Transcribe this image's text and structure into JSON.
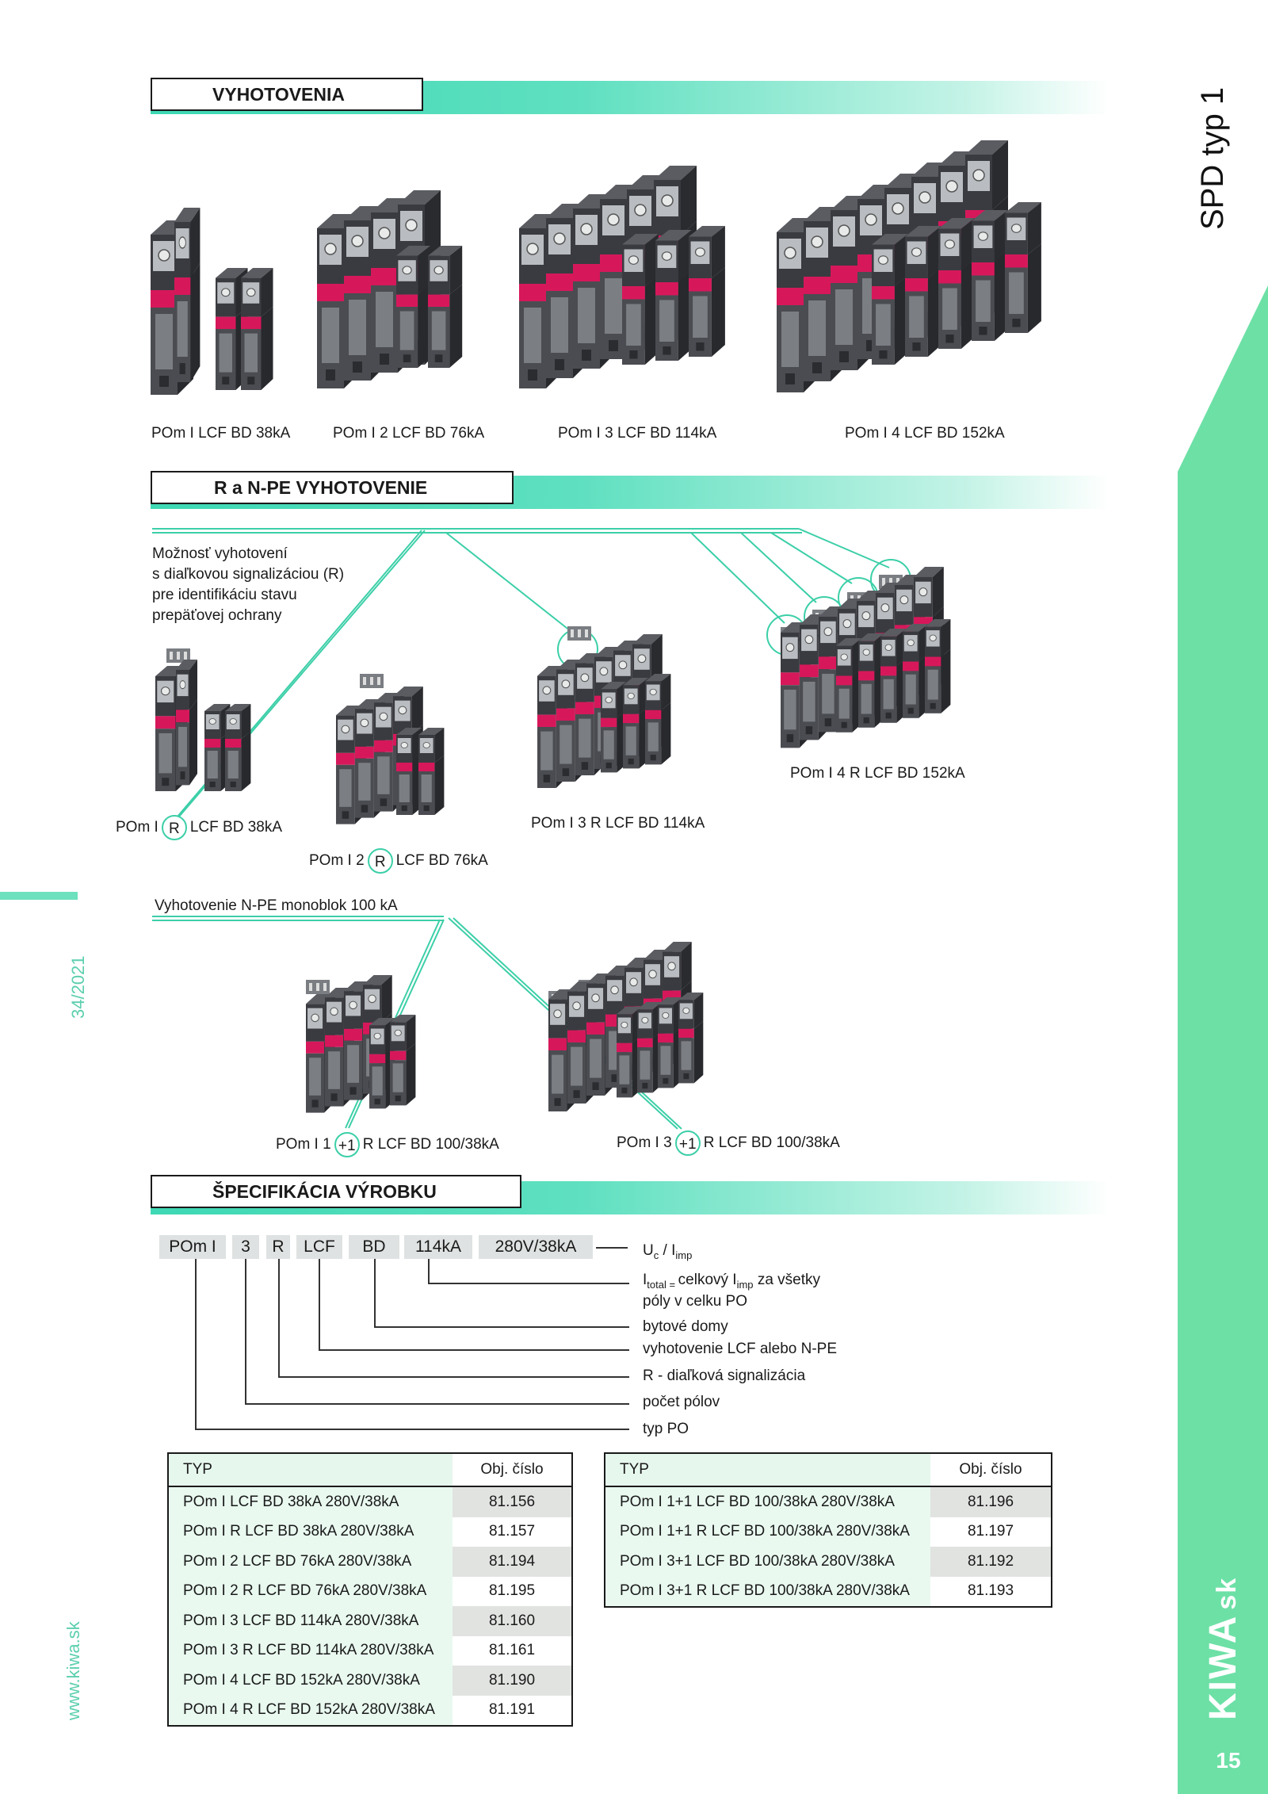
{
  "side_title": "SPD typ 1",
  "page_number": "15",
  "issue": "34/2021",
  "website": "www.kiwa.sk",
  "logo": {
    "word": "KIWA",
    "suffix": "sk"
  },
  "colors": {
    "accent": "#3dd8b4",
    "side_green": "#6de0a6",
    "margin_text": "#5ccfae",
    "code_box": "#dfe2e2"
  },
  "section_vyhotovenia": {
    "title": "VYHOTOVENIA",
    "products": [
      "POm I LCF BD 38kA",
      "POm I 2 LCF BD 76kA",
      "POm I 3 LCF BD 114kA",
      "POm I 4 LCF BD 152kA"
    ]
  },
  "section_r": {
    "title": "R  a N-PE VYHOTOVENIE",
    "note_lines": [
      "Možnosť vyhotovení",
      "s diaľkovou signalizáciou (R)",
      "pre identifikáciu stavu",
      "prepäťovej ochrany"
    ],
    "p1": {
      "pre": "POm I",
      "mark": "R",
      "post": "LCF BD 38kA"
    },
    "p2": {
      "pre": "POm I 2",
      "mark": "R",
      "post": "LCF BD 76kA"
    },
    "p3": "POm I 3 R LCF BD 114kA",
    "p4": "POm I 4 R LCF BD 152kA",
    "npe_label": "Vyhotovenie N-PE monoblok 100 kA",
    "n1": {
      "pre": "POm I 1",
      "mark": "+1",
      "post": "R LCF BD 100/38kA"
    },
    "n2": {
      "pre": "POm I 3",
      "mark": "+1",
      "post": "R LCF BD 100/38kA"
    }
  },
  "section_spec": {
    "title": "ŠPECIFIKÁCIA VÝROBKU",
    "codes": [
      "POm I",
      "3",
      "R",
      "LCF",
      "BD",
      "114kA",
      "280V/38kA"
    ],
    "labels": {
      "uc_main": "U",
      "uc_sub": "c",
      "uc_mid": " / I",
      "uc_sub2": "imp",
      "itotal_a": "I",
      "itotal_sub": "total = ",
      "itotal_b": "celkový I",
      "itotal_sub2": "imp",
      "itotal_c": " za všetky",
      "itotal_line2": "póly v celku PO",
      "bd": "bytové domy",
      "lcf": "vyhotovenie LCF alebo N-PE",
      "r": "R - diaľková signalizácia",
      "poles": "počet pólov",
      "type": "typ PO"
    }
  },
  "table_left": {
    "headers": [
      "TYP",
      "Obj. číslo"
    ],
    "rows": [
      [
        "POm I LCF BD 38kA 280V/38kA",
        "81.156"
      ],
      [
        "POm I R LCF BD 38kA 280V/38kA",
        "81.157"
      ],
      [
        "POm I 2 LCF BD 76kA 280V/38kA",
        "81.194"
      ],
      [
        "POm I 2 R LCF BD 76kA 280V/38kA",
        "81.195"
      ],
      [
        "POm I 3 LCF BD 114kA 280V/38kA",
        "81.160"
      ],
      [
        "POm I 3 R LCF BD 114kA 280V/38kA",
        "81.161"
      ],
      [
        "POm I 4 LCF BD 152kA 280V/38kA",
        "81.190"
      ],
      [
        "POm I 4 R LCF BD 152kA 280V/38kA",
        "81.191"
      ]
    ]
  },
  "table_right": {
    "headers": [
      "TYP",
      "Obj. číslo"
    ],
    "rows": [
      [
        "POm I 1+1 LCF BD 100/38kA 280V/38kA",
        "81.196"
      ],
      [
        "POm I 1+1 R LCF BD 100/38kA 280V/38kA",
        "81.197"
      ],
      [
        "POm I 3+1 LCF BD 100/38kA 280V/38kA",
        "81.192"
      ],
      [
        "POm I 3+1 R LCF BD 100/38kA 280V/38kA",
        "81.193"
      ]
    ]
  }
}
